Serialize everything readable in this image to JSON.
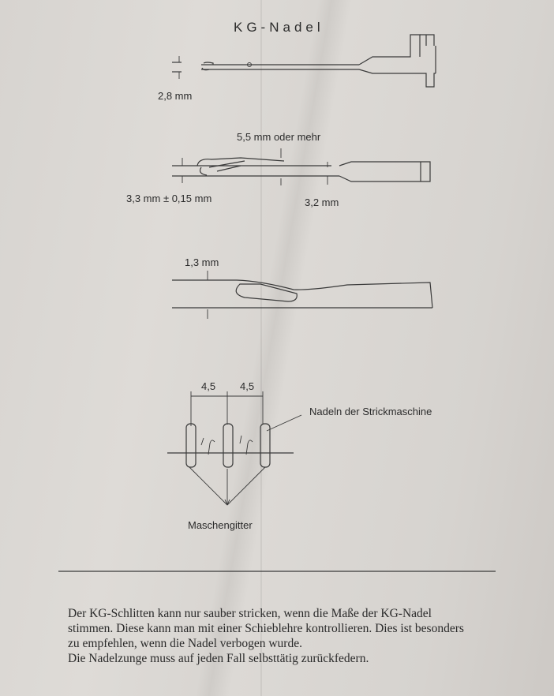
{
  "title": "KG-Nadel",
  "dims": {
    "d1": "2,8 mm",
    "d2_top": "5,5 mm oder mehr",
    "d2_left": "3,3 mm ± 0,15 mm",
    "d2_right": "3,2 mm",
    "d3": "1,3 mm",
    "spacing_a": "4,5",
    "spacing_b": "4,5"
  },
  "labels": {
    "needles": "Nadeln der Strickmaschine",
    "mesh": "Maschengitter"
  },
  "paragraph": [
    "Der KG-Schlitten kann nur sauber stricken, wenn die Maße der KG-Nadel",
    "stimmen. Diese kann man mit einer Schieblehre kontrollieren. Dies ist besonders",
    "zu empfehlen, wenn die Nadel verbogen wurde.",
    "Die Nadelzunge muss auf jeden Fall selbsttätig zurückfedern."
  ]
}
